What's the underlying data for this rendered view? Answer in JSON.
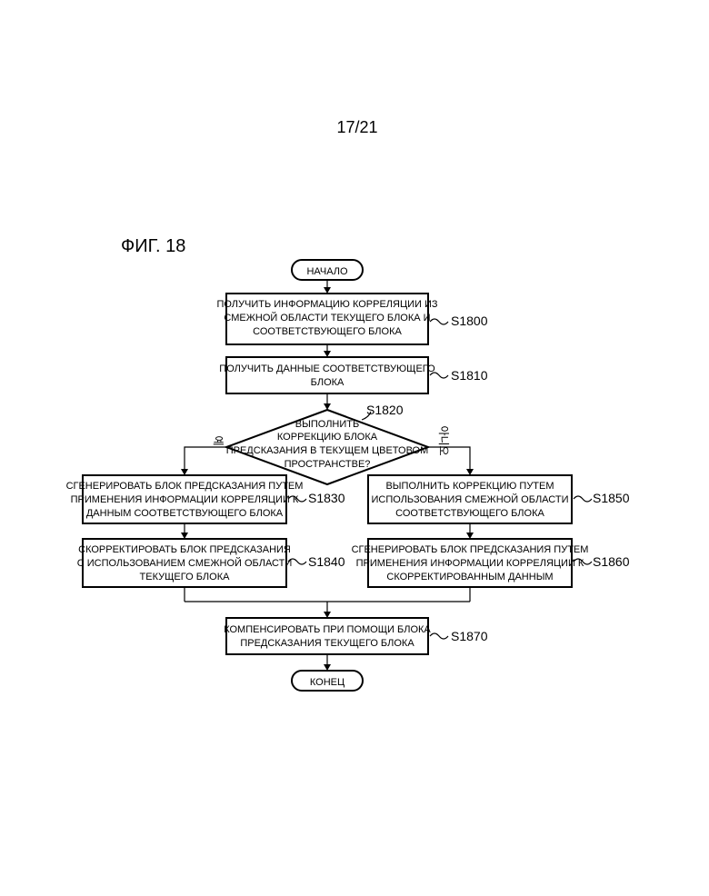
{
  "page_number": "17/21",
  "figure_label": "ФИГ. 18",
  "start": "НАЧАЛО",
  "end": "КОНЕЦ",
  "s1800": {
    "lines": [
      "ПОЛУЧИТЬ ИНФОРМАЦИЮ КОРРЕЛЯЦИИ ИЗ",
      "СМЕЖНОЙ ОБЛАСТИ ТЕКУЩЕГО БЛОКА И",
      "СООТВЕТСТВУЮЩЕГО БЛОКА"
    ],
    "label": "S1800"
  },
  "s1810": {
    "lines": [
      "ПОЛУЧИТЬ ДАННЫЕ СООТВЕТСТВУЮЩЕГО",
      "БЛОКА"
    ],
    "label": "S1810"
  },
  "s1820": {
    "lines": [
      "ВЫПОЛНИТЬ",
      "КОРРЕКЦИЮ БЛОКА",
      "ПРЕДСКАЗАНИЯ В ТЕКУЩЕМ ЦВЕТОВОМ",
      "ПРОСТРАНСТВЕ?"
    ],
    "label": "S1820",
    "yes": "예",
    "no": "아니오"
  },
  "s1830": {
    "lines": [
      "СГЕНЕРИРОВАТЬ БЛОК ПРЕДСКАЗАНИЯ ПУТЕМ",
      "ПРИМЕНЕНИЯ ИНФОРМАЦИИ КОРРЕЛЯЦИИ К",
      "ДАННЫМ СООТВЕТСТВУЮЩЕГО БЛОКА"
    ],
    "label": "S1830"
  },
  "s1840": {
    "lines": [
      "СКОРРЕКТИРОВАТЬ БЛОК ПРЕДСКАЗАНИЯ",
      "С ИСПОЛЬЗОВАНИЕМ СМЕЖНОЙ ОБЛАСТИ",
      "ТЕКУЩЕГО БЛОКА"
    ],
    "label": "S1840"
  },
  "s1850": {
    "lines": [
      "ВЫПОЛНИТЬ КОРРЕКЦИЮ ПУТЕМ",
      "ИСПОЛЬЗОВАНИЯ СМЕЖНОЙ ОБЛАСТИ",
      "СООТВЕТСТВУЮЩЕГО БЛОКА"
    ],
    "label": "S1850"
  },
  "s1860": {
    "lines": [
      "СГЕНЕРИРОВАТЬ БЛОК ПРЕДСКАЗАНИЯ ПУТЕМ",
      "ПРИМЕНЕНИЯ ИНФОРМАЦИИ КОРРЕЛЯЦИИ К",
      "СКОРРЕКТИРОВАННЫМ ДАННЫМ"
    ],
    "label": "S1860"
  },
  "s1870": {
    "lines": [
      "КОМПЕНСИРОВАТЬ ПРИ ПОМОЩИ БЛОКА",
      "ПРЕДСКАЗАНИЯ ТЕКУЩЕГО БЛОКА"
    ],
    "label": "S1870"
  }
}
